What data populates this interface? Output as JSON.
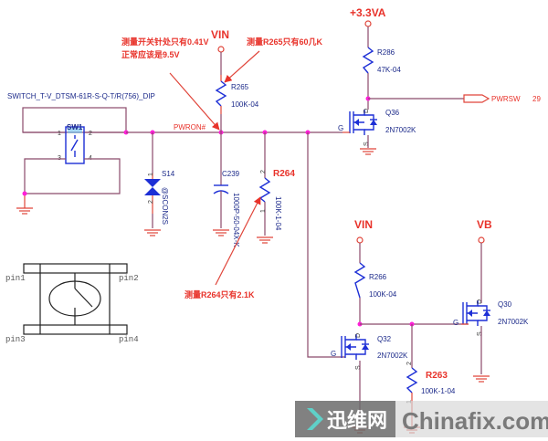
{
  "nets": {
    "vin_top": "VIN",
    "v33a": "+3.3VA",
    "vin_mid": "VIN",
    "vb": "VB",
    "pwron": "PWRON#",
    "pwrsw": "PWRSW",
    "pwrsw_page": "29"
  },
  "annotations": {
    "switch_pin_line1": "测量开关针处只有0.41V",
    "switch_pin_line2": "正常应该是9.5V",
    "r265_note": "测量R265只有60几K",
    "r264_note": "测量R264只有2.1K"
  },
  "switch": {
    "part": "SWITCH_T-V_DTSM-61R-S-Q-T/R(756)_DIP",
    "ref": "SW1",
    "pins": [
      "1",
      "2",
      "3",
      "4"
    ]
  },
  "components": {
    "r265": {
      "ref": "R265",
      "value": "100K-04"
    },
    "r286": {
      "ref": "R286",
      "value": "47K-04"
    },
    "q36": {
      "ref": "Q36",
      "value": "2N7002K"
    },
    "s14": {
      "ref": "S14",
      "value": "@SCON2S",
      "pin1": "1",
      "pin2": "2"
    },
    "c239": {
      "ref": "C239",
      "value": "1000P-50-04X-K"
    },
    "r264": {
      "ref": "R264",
      "value": "100K-1-04",
      "pin1": "1",
      "pin2": "2"
    },
    "r266": {
      "ref": "R266",
      "value": "100K-04"
    },
    "q32": {
      "ref": "Q32",
      "value": "2N7002K"
    },
    "q30": {
      "ref": "Q30",
      "value": "2N7002K"
    },
    "r263": {
      "ref": "R263",
      "value": "100K-1-04",
      "pin1": "1",
      "pin2": "2"
    }
  },
  "mosfet_pins": {
    "g": "G",
    "d": "D",
    "s": "S"
  },
  "footprint": {
    "pin1": "pin1",
    "pin2": "pin2",
    "pin3": "pin3",
    "pin4": "pin4"
  },
  "watermark": {
    "cn": "迅维网",
    "en": "Chinafix.com"
  }
}
